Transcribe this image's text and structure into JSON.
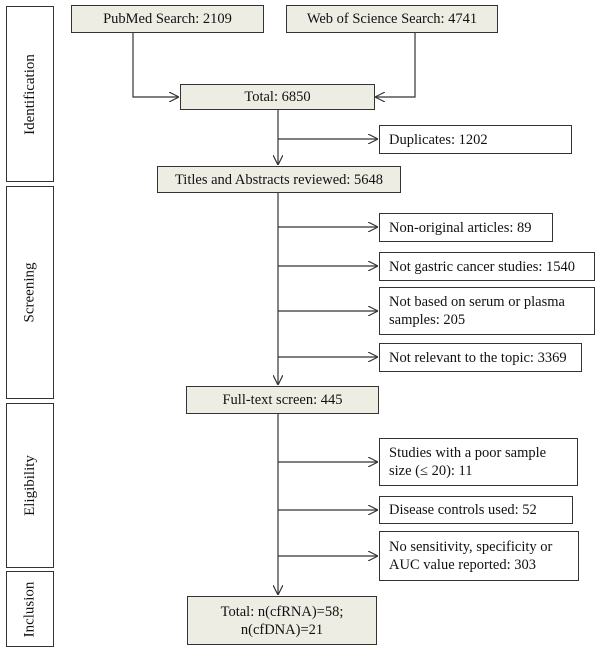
{
  "stages": {
    "identification": "Identification",
    "screening": "Screening",
    "eligibility": "Eligibility",
    "inclusion": "Inclusion"
  },
  "nodes": {
    "pubmed": "PubMed Search: 2109",
    "wos": "Web of Science Search: 4741",
    "total": "Total: 6850",
    "duplicates": "Duplicates: 1202",
    "titles": "Titles and Abstracts reviewed: 5648",
    "non_original": "Non-original articles: 89",
    "not_gastric": "Not gastric cancer studies: 1540",
    "not_serum_1": "Not based on serum or plasma",
    "not_serum_2": "samples: 205",
    "not_relevant": "Not relevant to the topic: 3369",
    "fulltext": "Full-text screen: 445",
    "poor_sample_1": "Studies with a poor sample",
    "poor_sample_2": "size (≤ 20): 11",
    "disease_controls": "Disease controls used: 52",
    "no_sens_1": "No sensitivity, specificity or",
    "no_sens_2": "AUC value reported: 303",
    "final_1": "Total: n(cfRNA)=58;",
    "final_2": "n(cfDNA)=21"
  }
}
